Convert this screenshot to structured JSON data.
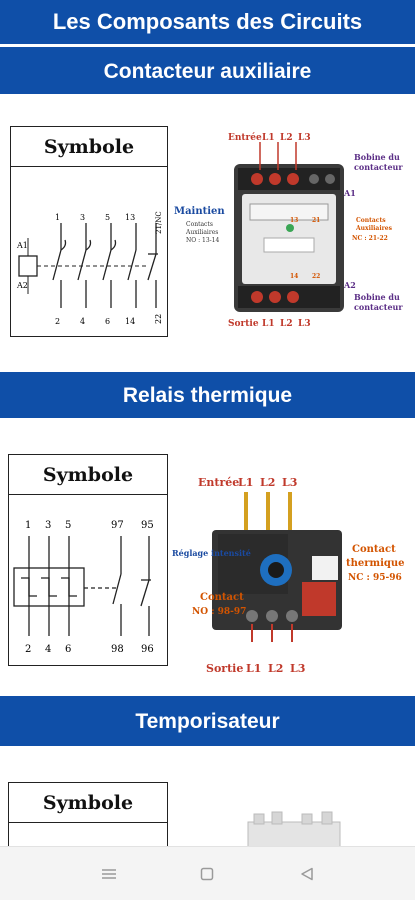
{
  "app": {
    "title": "Les Composants des Circuits"
  },
  "sections": [
    {
      "title": "Contacteur auxiliaire",
      "symbol_header": "Symbole",
      "symbol_terminals": {
        "top": [
          "A1",
          "1",
          "3",
          "5",
          "13",
          "21/NC"
        ],
        "bottom": [
          "A2",
          "2",
          "4",
          "6",
          "14",
          "22"
        ]
      },
      "photo_labels": {
        "entree": "Entrée",
        "l1": "L1",
        "l2": "L2",
        "l3": "L3",
        "bobine_top_1": "Bobine du",
        "bobine_top_2": "contacteur",
        "a1": "A1",
        "maintien": "Maintien",
        "maintien_sub1": "Contacts",
        "maintien_sub2": "Auxiliaires",
        "maintien_sub3": "NO : 13-14",
        "contacts_1": "Contacts",
        "contacts_2": "Auxiliaires",
        "contacts_3": "NC : 21-22",
        "t13": "13",
        "t21": "21",
        "t14": "14",
        "t22": "22",
        "a2": "A2",
        "bobine_bot_1": "Bobine du",
        "bobine_bot_2": "contacteur",
        "sortie": "Sortie",
        "o1": "L1",
        "o2": "L2",
        "o3": "L3"
      }
    },
    {
      "title": "Relais thermique",
      "symbol_header": "Symbole",
      "symbol_terminals": {
        "top": [
          "1",
          "3",
          "5",
          "97",
          "95"
        ],
        "bottom": [
          "2",
          "4",
          "6",
          "98",
          "96"
        ]
      },
      "photo_labels": {
        "entree": "Entrée",
        "l1": "L1",
        "l2": "L2",
        "l3": "L3",
        "reglage": "Réglage intensité",
        "contact_th_1": "Contact",
        "contact_th_2": "thermique",
        "contact_th_3": "NC : 95-96",
        "contact_no_1": "Contact",
        "contact_no_2": "NO : 98-97",
        "sortie": "Sortie",
        "o1": "L1",
        "o2": "L2",
        "o3": "L3"
      }
    },
    {
      "title": "Temporisateur",
      "symbol_header": "Symbole"
    }
  ],
  "colors": {
    "primary": "#0f4fa8",
    "terminal_red": "#c0392b",
    "bobine_purple": "#5b2e86"
  },
  "nav": {
    "menu_icon": "menu-icon",
    "home_icon": "square-icon",
    "back_icon": "back-triangle-icon"
  }
}
